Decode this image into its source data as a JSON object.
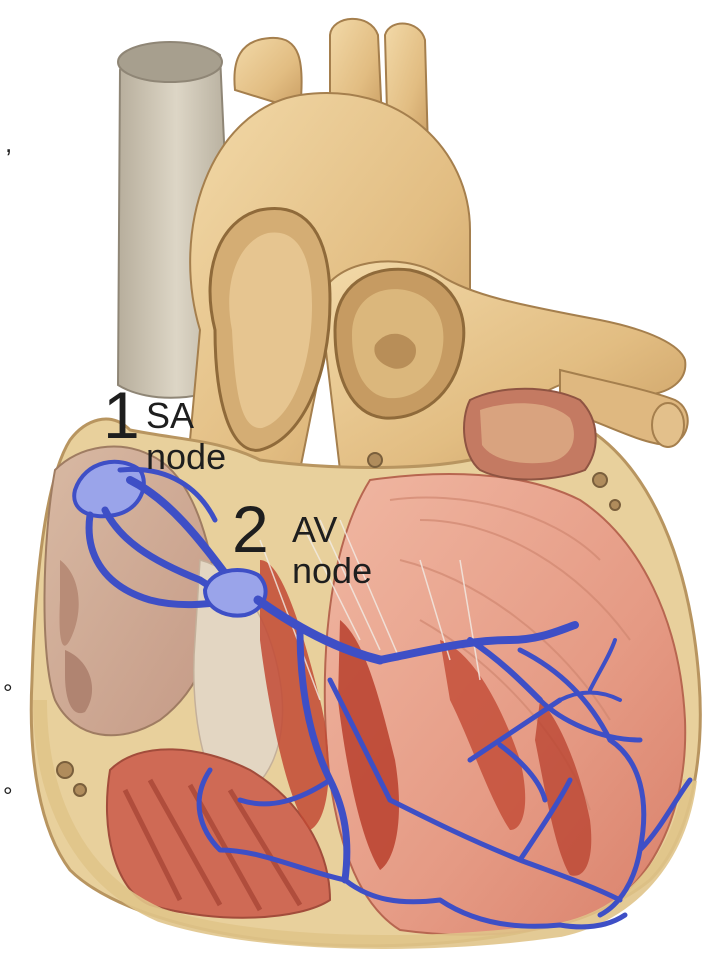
{
  "labels": {
    "sa_number": "1",
    "sa_label": "SA node",
    "av_number": "2",
    "av_label": "AV node"
  },
  "stray_marks": {
    "comma": ",",
    "dot_1": "°",
    "dot_2": "°"
  },
  "colors": {
    "conduction": "#3e4fc6",
    "conduction_light": "#a9b0ee",
    "muscle": "#e7a28c",
    "muscle_dark": "#c5523d",
    "vessel": "#e6c58e",
    "vena_cava": "#cbc3b2",
    "fat": "#e8d09c"
  }
}
